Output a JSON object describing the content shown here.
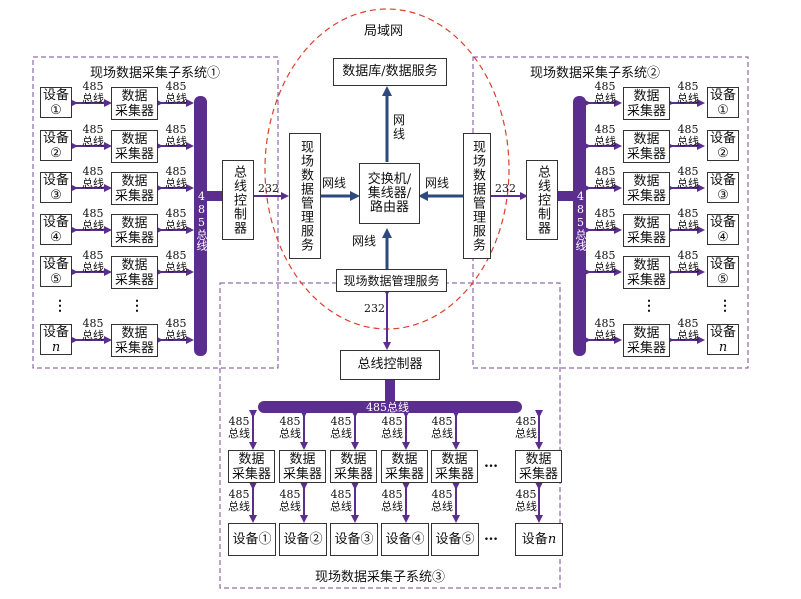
{
  "lan": {
    "title": "局域网",
    "db_service": "数据库/数据服务",
    "switch": "交换机/集线器/路由器",
    "net": "网线",
    "manage_service": "现场数据管理服务",
    "port232": "232"
  },
  "sub1": {
    "title": "现场数据采集子系统①",
    "controller": "总线控制器",
    "bus": "485总线",
    "service": "现场数据管理服务"
  },
  "sub2": {
    "title": "现场数据采集子系统②",
    "controller": "总线控制器",
    "bus": "485总线",
    "service": "现场数据管理服务"
  },
  "sub3": {
    "title": "现场数据采集子系统③",
    "controller": "总线控制器",
    "bus": "485总线"
  },
  "common": {
    "bus_label_top": "485",
    "bus_label_bottom": "总线",
    "collector": "数据采集器",
    "ellipsis_v": "⋮",
    "ellipsis_h": "…",
    "device_prefix": "设备"
  },
  "devices_vertical": [
    "①",
    "②",
    "③",
    "④",
    "⑤",
    "n"
  ],
  "devices_horizontal": [
    "设备①",
    "设备②",
    "设备③",
    "设备④",
    "设备⑤",
    "设备n"
  ]
}
